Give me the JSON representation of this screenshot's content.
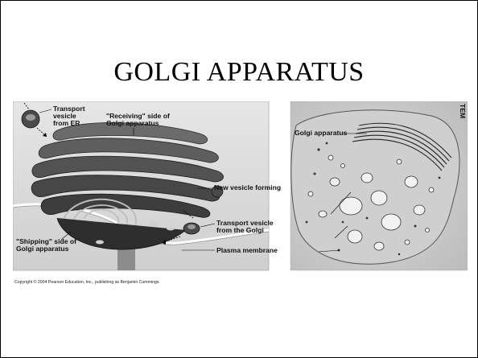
{
  "slide": {
    "title": "GOLGI APPARATUS"
  },
  "diagram": {
    "labels": {
      "transport_vesicle_er_1": "Transport",
      "transport_vesicle_er_2": "vesicle",
      "transport_vesicle_er_3": "from ER",
      "receiving_side_1": "\"Receiving\" side of",
      "receiving_side_2": "Golgi apparatus",
      "new_vesicle_forming": "New vesicle forming",
      "transport_vesicle_golgi_1": "Transport vesicle",
      "transport_vesicle_golgi_2": "from the Golgi",
      "shipping_side_1": "\"Shipping\" side of",
      "shipping_side_2": "Golgi apparatus",
      "plasma_membrane": "Plasma membrane"
    },
    "micrograph": {
      "golgi_label": "Golgi apparatus",
      "tem_label": "TEM"
    },
    "copyright": "Copyright © 2004 Pearson Education, Inc., publishing as Benjamin Cummings."
  }
}
